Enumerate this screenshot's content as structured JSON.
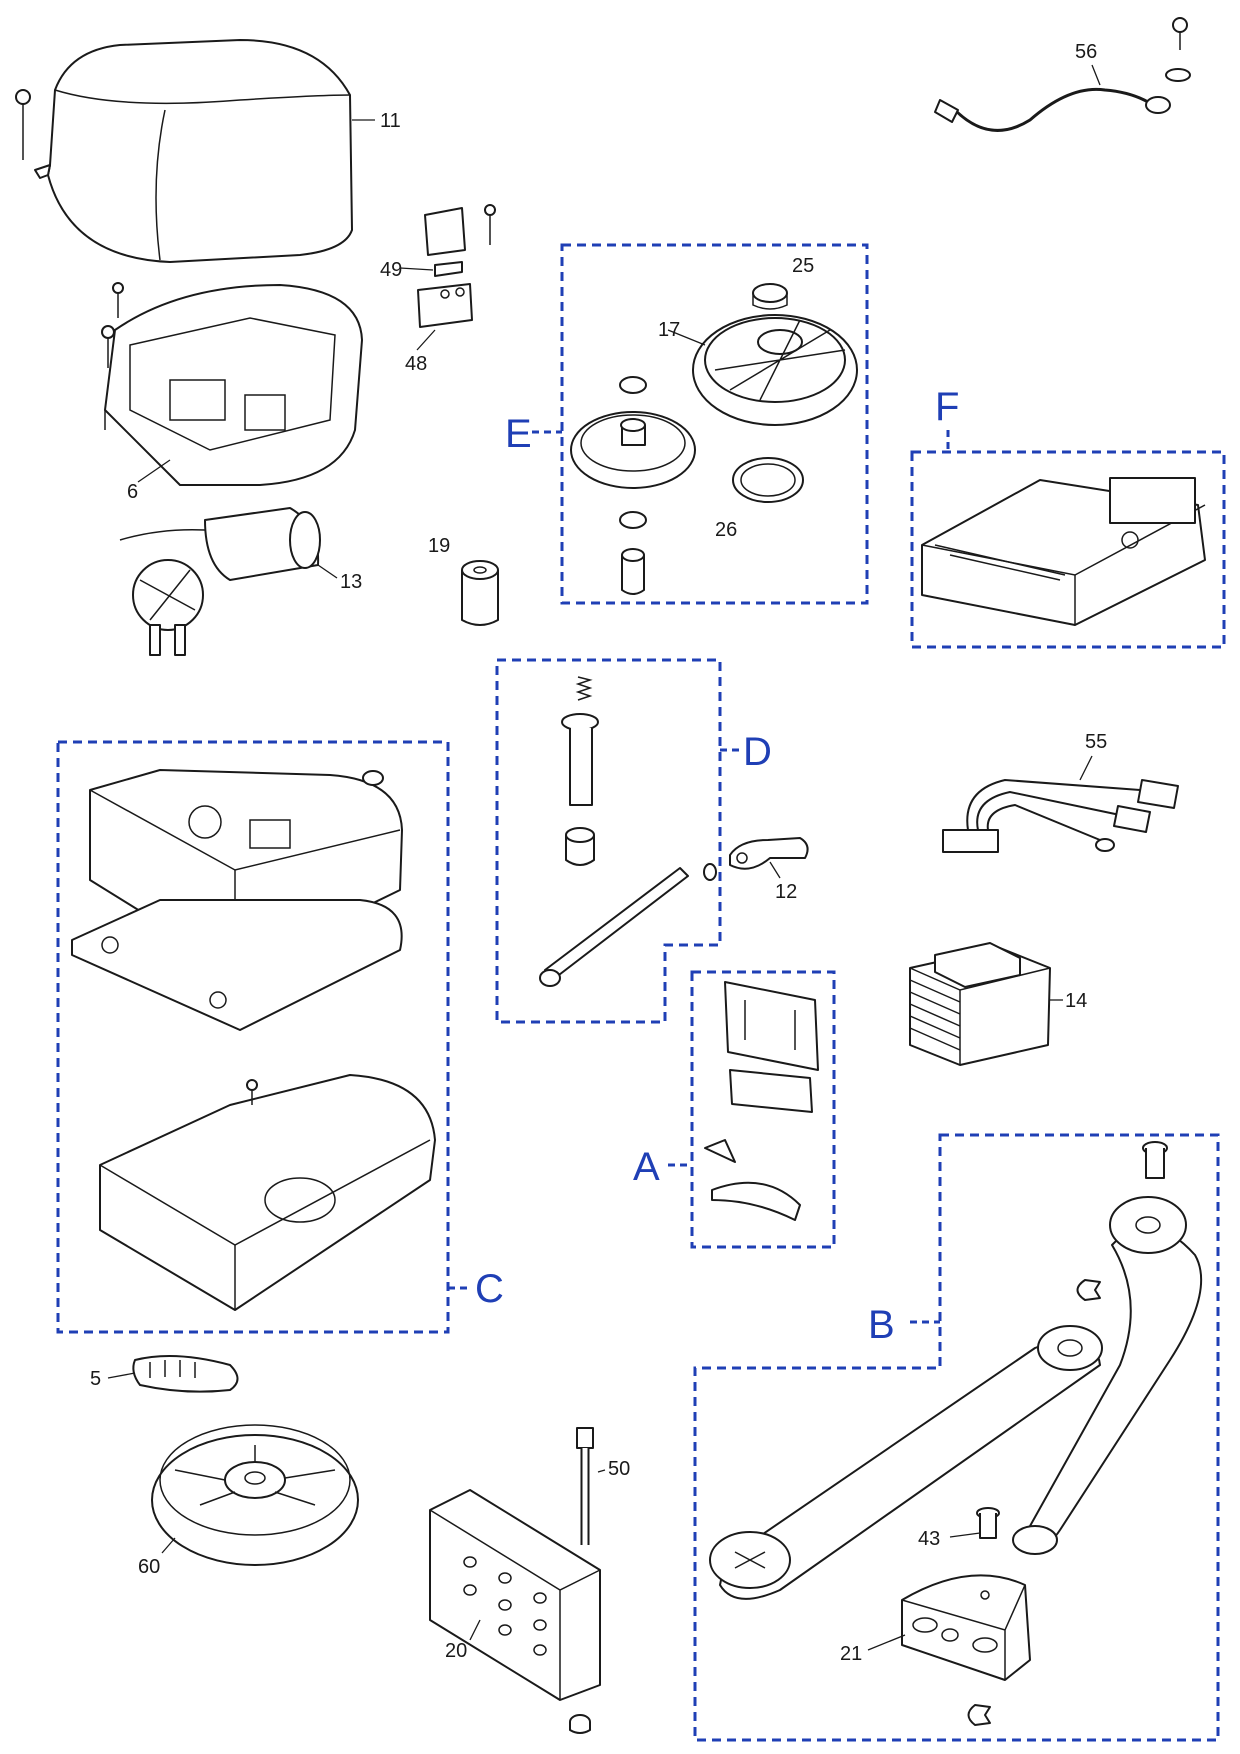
{
  "part_numbers": {
    "p11": "11",
    "p6": "6",
    "p13": "13",
    "p49": "49",
    "p48": "48",
    "p19": "19",
    "p25": "25",
    "p17": "17",
    "p26": "26",
    "p56": "56",
    "p12": "12",
    "p55": "55",
    "p14": "14",
    "p5": "5",
    "p60": "60",
    "p50": "50",
    "p20": "20",
    "p43": "43",
    "p21": "21"
  },
  "groups": {
    "A": "A",
    "B": "B",
    "C": "C",
    "D": "D",
    "E": "E",
    "F": "F"
  },
  "colors": {
    "group_outline": "#1f3fb5",
    "line_art": "#1a1a1a",
    "background": "#ffffff"
  }
}
